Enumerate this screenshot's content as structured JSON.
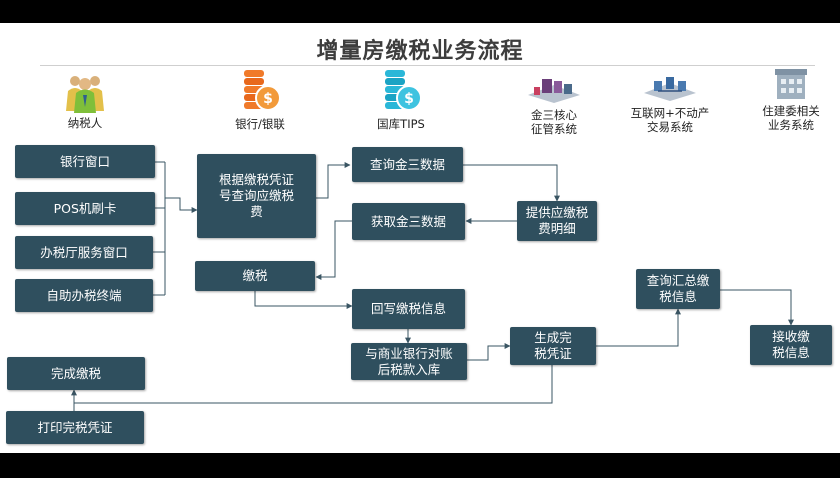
{
  "title": "增量房缴税业务流程",
  "actors": [
    {
      "id": "taxpayer",
      "label": "纳税人",
      "icon": "people-icon"
    },
    {
      "id": "bank",
      "label": "银行/银联",
      "icon": "coins-icon"
    },
    {
      "id": "tips",
      "label": "国库TIPS",
      "icon": "coins-icon"
    },
    {
      "id": "jinsan",
      "label": "金三核心\n征管系统",
      "icon": "server-icon"
    },
    {
      "id": "internet",
      "label": "互联网+不动产\n交易系统",
      "icon": "network-icon"
    },
    {
      "id": "housing",
      "label": "住建委相关\n业务系统",
      "icon": "building-icon"
    }
  ],
  "nodes": {
    "bank_window": "银行窗口",
    "pos": "POS机刷卡",
    "hall": "办税厅服务窗口",
    "terminal": "自助办税终端",
    "query_fee": "根据缴税凭证\n号查询应缴税\n费",
    "query_js": "查询金三数据",
    "get_js": "获取金三数据",
    "provide_detail": "提供应缴税\n费明细",
    "pay": "缴税",
    "writeback": "回写缴税信息",
    "reconcile": "与商业银行对账\n后税款入库",
    "gen_cert": "生成完\n税凭证",
    "query_summary": "查询汇总缴\n税信息",
    "receive": "接收缴\n税信息",
    "finish": "完成缴税",
    "print": "打印完税凭证"
  },
  "colors": {
    "box": "#2f4f5e",
    "line": "#3a5563",
    "title": "#3d3d3d"
  }
}
